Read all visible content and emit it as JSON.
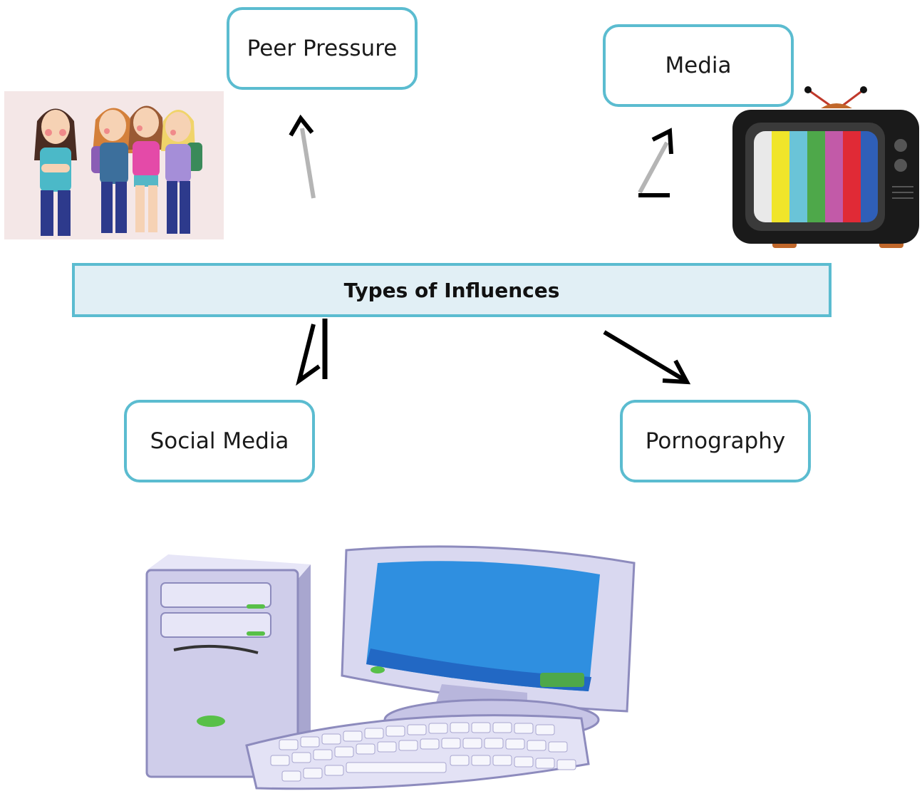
{
  "diagram": {
    "central_label": "Types of Influences",
    "nodes": {
      "peer_pressure": "Peer Pressure",
      "media": "Media",
      "social_media": "Social Media",
      "pornography": "Pornography"
    }
  },
  "illustrations": {
    "girls": "girls-group-illustration",
    "tv": "television-icon",
    "computer": "desktop-computer-icon"
  },
  "colors": {
    "node_border": "#5bbcd0",
    "central_fill": "#e1eff5",
    "arrow": "#000000"
  }
}
